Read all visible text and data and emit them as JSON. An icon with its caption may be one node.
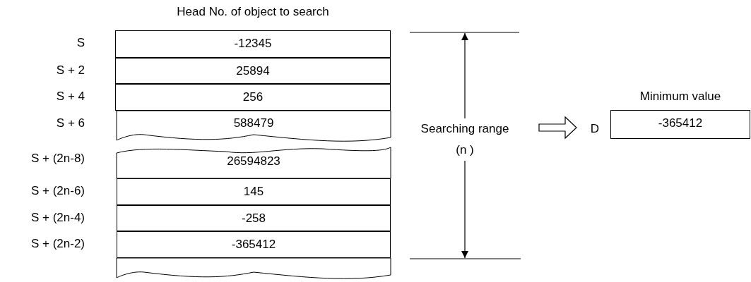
{
  "diagram": {
    "nodes": [
      {
        "text": [
          "-12345"
        ],
        "beside": [
          "S"
        ]
      },
      {
        "text": [
          "25894"
        ],
        "beside": [
          "S + 2"
        ]
      },
      {
        "text": [
          "256"
        ],
        "beside": [
          "S + 4"
        ]
      },
      {
        "text": [
          "588479"
        ],
        "beside": [
          "S + 6"
        ]
      },
      {
        "text": [
          "26594823"
        ],
        "beside": [
          "S + (2n-8)"
        ]
      },
      {
        "text": [
          "145"
        ],
        "beside": [
          "S + (2n-6)"
        ]
      },
      {
        "text": [
          "-258"
        ],
        "beside": [
          "S + (2n-4)"
        ]
      },
      {
        "text": [
          "-365412"
        ],
        "beside": [
          "S + (2n-2)"
        ]
      },
      {
        "text": [],
        "shape": "box"
      },
      {
        "text": [
          "Searching range (n )"
        ]
      },
      {
        "text": [
          "D"
        ]
      },
      {
        "text": [
          "-365412"
        ],
        "beside": [
          "Minimum value"
        ]
      }
    ],
    "edges": [
      {
        "from": 9,
        "to": 10,
        "arrow": "to"
      }
    ],
    "labels": [
      "Head No. of object to search"
    ]
  }
}
